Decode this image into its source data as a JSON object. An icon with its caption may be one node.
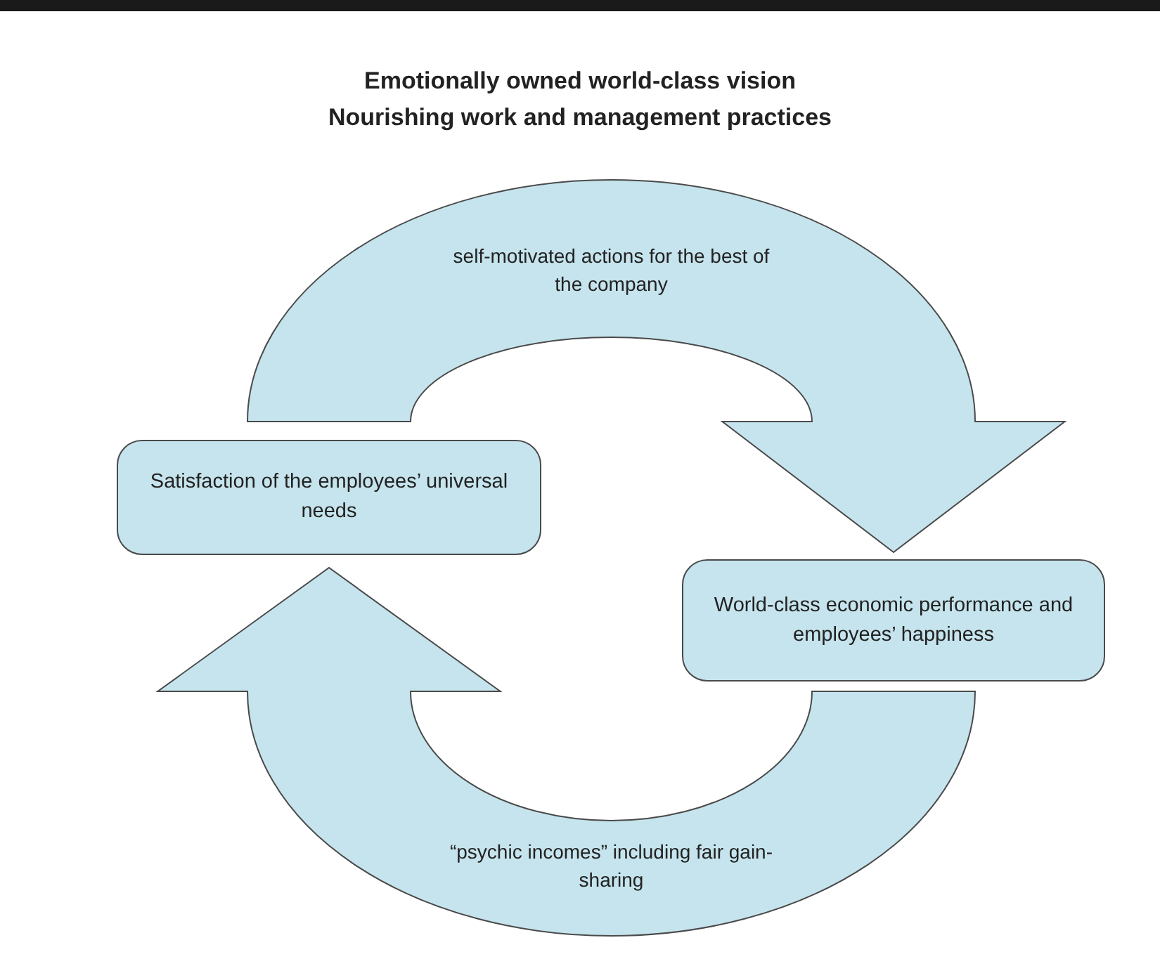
{
  "diagram": {
    "title": "Emotionally owned world-class vision",
    "nodes": [
      {
        "text": [
          "Satisfaction of the employees’ universal needs"
        ]
      },
      {
        "text": [
          "World-class economic performance and employees’ happiness"
        ]
      }
    ],
    "edges": [
      {
        "from": 0,
        "to": 1,
        "arrow": "to",
        "label": "self-motivated actions for the best of the company",
        "style": "thick"
      },
      {
        "from": 1,
        "to": 0,
        "arrow": "to",
        "label": "“psychic incomes” including fair gain-sharing",
        "style": "thick"
      }
    ],
    "labels": [
      "Nourishing work and management practices"
    ]
  }
}
